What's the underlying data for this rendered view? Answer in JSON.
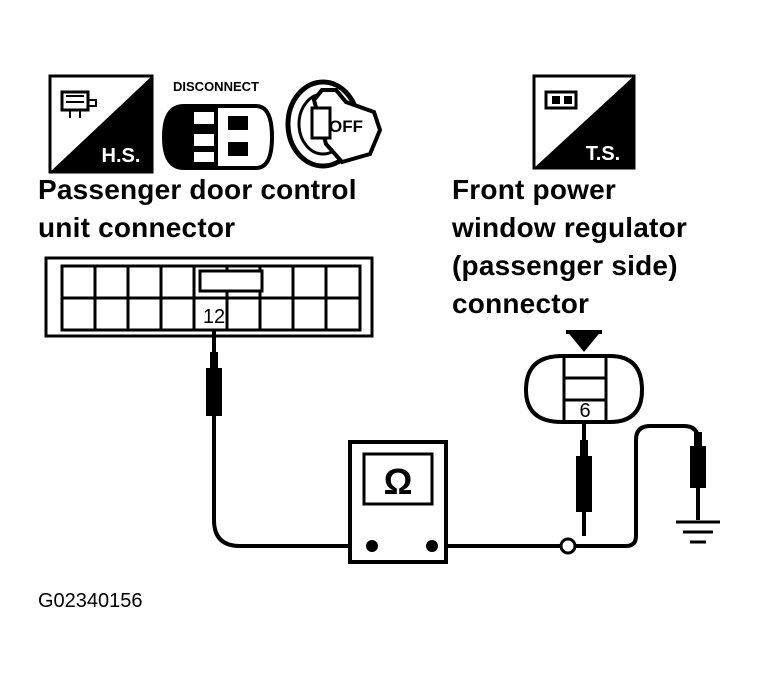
{
  "icons": {
    "hs_label": "H.S.",
    "disconnect_label": "DISCONNECT",
    "off_label": "OFF",
    "ts_label": "T.S.",
    "hs_icon": "harness-side-icon",
    "disconnect_icon": "connector-disconnect-icon",
    "ignition_icon": "ignition-key-off-icon",
    "ts_icon": "terminal-side-icon"
  },
  "left_connector": {
    "title_line1": "Passenger door control",
    "title_line2": "unit connector",
    "pin_label": "12"
  },
  "right_connector": {
    "title_line1": "Front power",
    "title_line2": "window regulator",
    "title_line3": "(passenger side)",
    "title_line4": "connector",
    "pin_label": "6"
  },
  "meter": {
    "symbol": "Ω",
    "icon": "ohmmeter-icon"
  },
  "figure_code": "G02340156",
  "colors": {
    "ink": "#000000",
    "paper": "#ffffff"
  }
}
